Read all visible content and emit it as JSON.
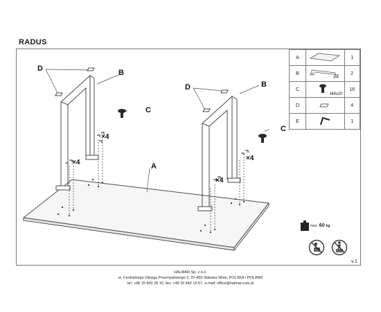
{
  "product_title": "RADUS",
  "parts": [
    {
      "letter": "A",
      "icon": "tabletop-icon",
      "qty": "1",
      "spec": ""
    },
    {
      "letter": "B",
      "icon": "leg-frame-icon",
      "qty": "2",
      "spec": ""
    },
    {
      "letter": "C",
      "icon": "screw-icon",
      "qty": "16",
      "spec": "M8x20"
    },
    {
      "letter": "D",
      "icon": "pad-icon",
      "qty": "4",
      "spec": ""
    },
    {
      "letter": "E",
      "icon": "hex-key-icon",
      "qty": "1",
      "spec": ""
    }
  ],
  "diagram": {
    "labels": {
      "A": "A",
      "B": "B",
      "C": "C",
      "D": "D"
    },
    "counts": [
      "×4",
      "×4",
      "×4",
      "×4"
    ]
  },
  "max_load": {
    "max_label": "max.",
    "value": "60",
    "unit": "kg"
  },
  "version": "v.1",
  "footer": {
    "company": "HALMAR Sp. z o.o.",
    "address": "ul. Centralnego Okręgu Przemysłowego 2, 37-450 Stalowa Wola, POLSKA / POLAND",
    "contact": "tel: +48 15 843 28 10, fax: +48 15 842 19 57, e-mail: office@halmar.com.pl"
  },
  "colors": {
    "line": "#4a4a4a",
    "tabletop": "#f6f6f6"
  }
}
